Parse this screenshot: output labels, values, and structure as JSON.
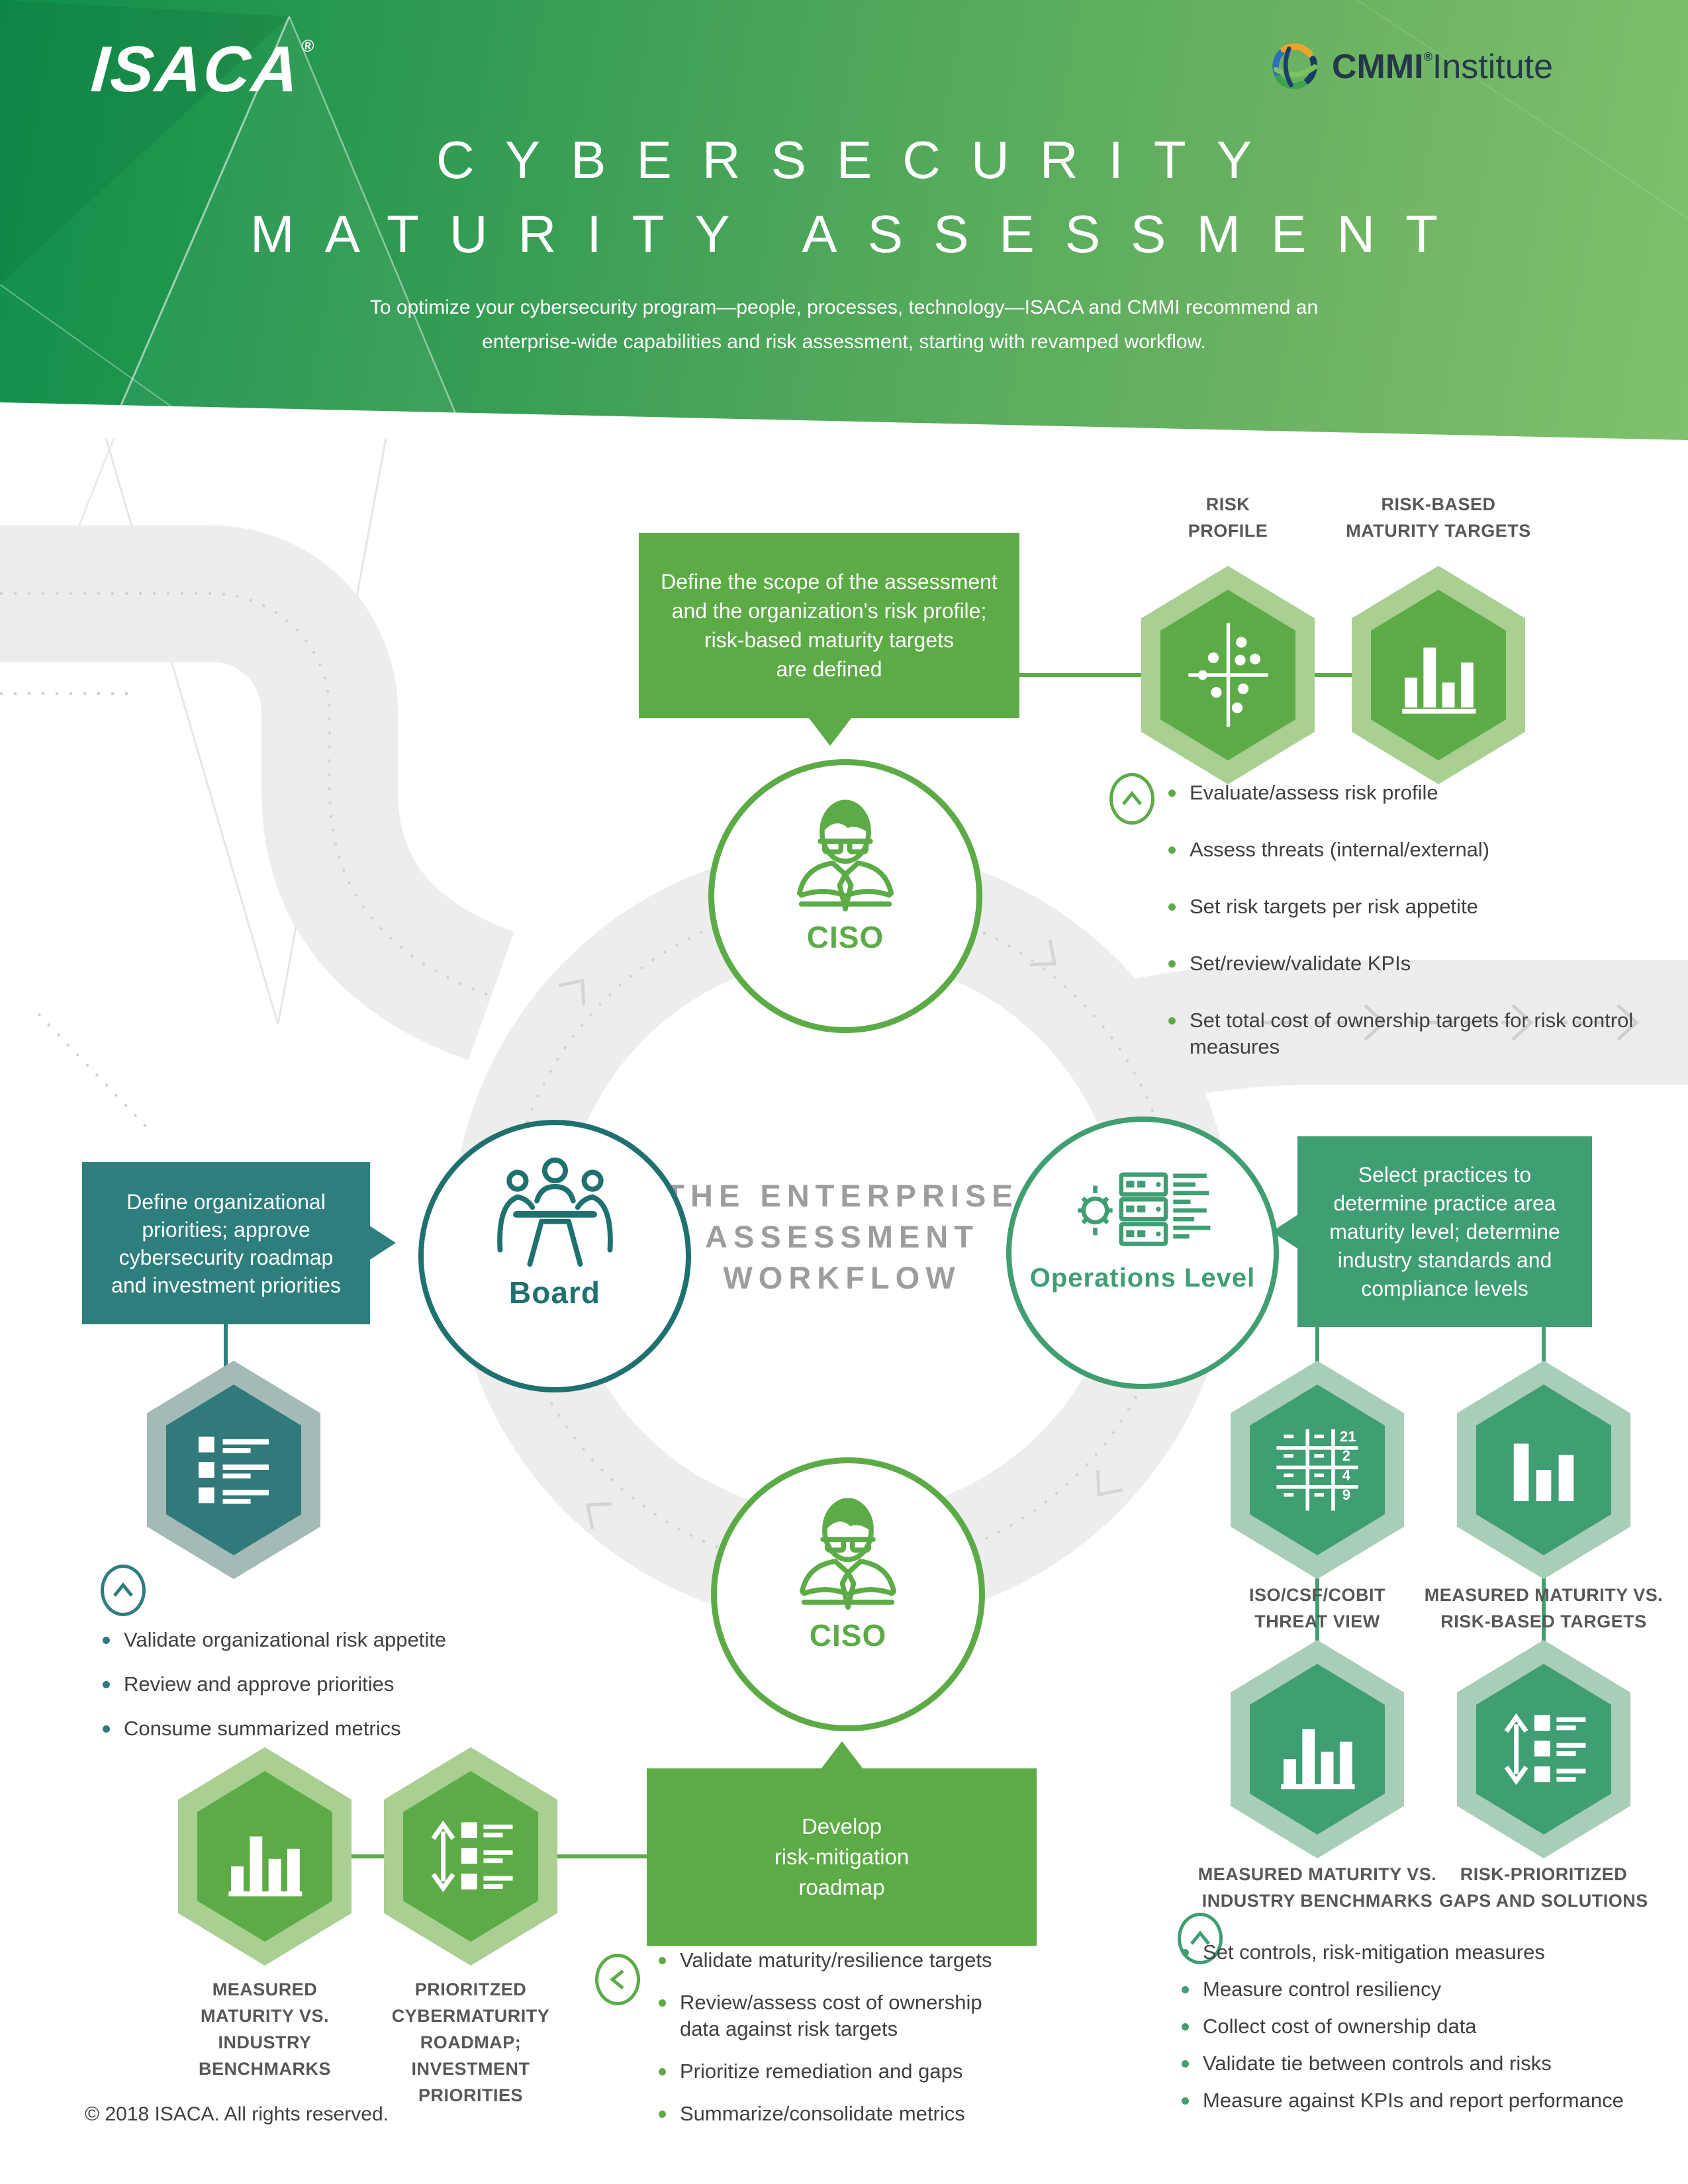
{
  "colors": {
    "bright_green": "#5cab47",
    "bright_green_light": "#a9cf92",
    "teal": "#2e7e7e",
    "teal_dark": "#1f7170",
    "teal_light": "#a4bab6",
    "sea_green": "#3f9e72",
    "sea_green_light": "#a8ceb7",
    "road_gray": "#ededed",
    "label_gray": "#575756",
    "body_text": "#3f4041",
    "center_text_gray": "#9d9d9d",
    "header_green_dark": "#0f8f4a",
    "header_green_light": "#7fc16c",
    "cmmi_navy": "#25384a"
  },
  "header": {
    "logo_isaca": "ISACA",
    "logo_isaca_reg": "®",
    "logo_cmmi": "CMMI",
    "logo_cmmi_reg": "®",
    "logo_cmmi_suffix": "Institute",
    "title_line1": "CYBERSECURITY",
    "title_line2": "MATURITY ASSESSMENT",
    "subtitle_line1": "To optimize your cybersecurity program—people, processes, technology—ISACA and CMMI recommend an",
    "subtitle_line2": "enterprise-wide capabilities and risk assessment, starting with revamped workflow."
  },
  "center_title": {
    "line1": "THE ENTERPRISE",
    "line2": "ASSESSMENT",
    "line3": "WORKFLOW"
  },
  "nodes": {
    "ciso_top": {
      "label": "CISO"
    },
    "board": {
      "label": "Board"
    },
    "operations": {
      "label_line1": "Operations",
      "label_line2": "Level"
    },
    "ciso_bottom": {
      "label": "CISO"
    }
  },
  "callout_top": {
    "lines": [
      "Define the scope of the assessment",
      "and the organization's risk profile;",
      "risk-based maturity targets",
      "are defined"
    ]
  },
  "callout_left": {
    "lines": [
      "Define organizational",
      "priorities; approve",
      "cybersecurity roadmap",
      "and investment priorities"
    ]
  },
  "callout_right": {
    "lines": [
      "Select practices to",
      "determine practice area",
      "maturity level; determine",
      "industry standards and",
      "compliance levels"
    ]
  },
  "callout_bottom": {
    "lines": [
      "Develop",
      "risk-mitigation",
      "roadmap"
    ]
  },
  "hex_labels": {
    "risk_profile": [
      "RISK",
      "PROFILE"
    ],
    "risk_based_targets": [
      "RISK-BASED",
      "MATURITY TARGETS"
    ],
    "iso_csf_cobit": [
      "ISO/CSF/COBIT",
      "THREAT VIEW"
    ],
    "measured_vs_risk": [
      "MEASURED MATURITY VS.",
      "RISK-BASED TARGETS"
    ],
    "measured_vs_industry": [
      "MEASURED MATURITY VS.",
      "INDUSTRY BENCHMARKS"
    ],
    "risk_prioritized": [
      "RISK-PRIORITIZED",
      "GAPS AND SOLUTIONS"
    ],
    "measured_vs_industry_bl": [
      "MEASURED",
      "MATURITY VS.",
      "INDUSTRY",
      "BENCHMARKS"
    ],
    "prioritized_roadmap": [
      "PRIORITZED",
      "CYBERMATURITY",
      "ROADMAP;",
      "INVESTMENT",
      "PRIORITIES"
    ]
  },
  "grid_icon_numbers": [
    "21",
    "2",
    "4",
    "9"
  ],
  "bullets_top": [
    "Evaluate/assess risk profile",
    "Assess threats (internal/external)",
    "Set risk targets per risk appetite",
    "Set/review/validate KPIs",
    "Set total cost of ownership targets for risk control measures"
  ],
  "bullets_left": [
    "Validate organizational risk appetite",
    "Review and approve priorities",
    "Consume summarized metrics"
  ],
  "bullets_right": [
    "Set controls, risk-mitigation measures",
    "Measure control resiliency",
    "Collect cost of ownership data",
    "Validate tie between controls and risks",
    "Measure against KPIs and report performance"
  ],
  "bullets_bottom": [
    "Validate maturity/resilience targets",
    "Review/assess cost of ownership data against risk targets",
    "Prioritize remediation and gaps",
    "Summarize/consolidate metrics"
  ],
  "footer": "© 2018 ISACA. All rights reserved."
}
